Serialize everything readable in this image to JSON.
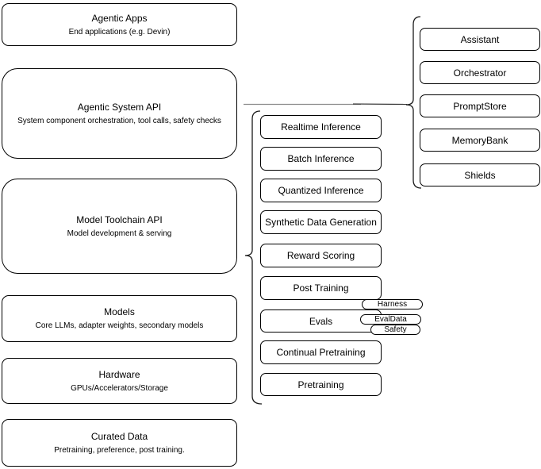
{
  "diagram": {
    "background": "#ffffff",
    "node_border_color": "#000000",
    "node_fill_color": "#ffffff",
    "brace_color": "#1a1a1a",
    "connector_color_light": "#8c8c8c",
    "connector_color_dark": "#3d3d3d"
  },
  "left_stack": [
    {
      "title": "Agentic Apps",
      "subtitle": "End applications (e.g. Devin)"
    },
    {
      "title": "Agentic System API",
      "subtitle": "System component orchestration, tool calls, safety checks"
    },
    {
      "title": "Model Toolchain API",
      "subtitle": "Model development & serving"
    },
    {
      "title": "Models",
      "subtitle": "Core LLMs, adapter weights, secondary models"
    },
    {
      "title": "Hardware",
      "subtitle": "GPUs/Accelerators/Storage"
    },
    {
      "title": "Curated Data",
      "subtitle": "Pretraining, preference, post training."
    }
  ],
  "toolchain": {
    "items": [
      "Realtime Inference",
      "Batch Inference",
      "Quantized Inference",
      "Synthetic Data Generation",
      "Reward Scoring",
      "Post Training",
      "Evals",
      "Continual Pretraining",
      "Pretraining"
    ]
  },
  "eval_tags": [
    "Harness",
    "EvalData",
    "Safety"
  ],
  "system_components": [
    "Assistant",
    "Orchestrator",
    "PromptStore",
    "MemoryBank",
    "Shields"
  ]
}
